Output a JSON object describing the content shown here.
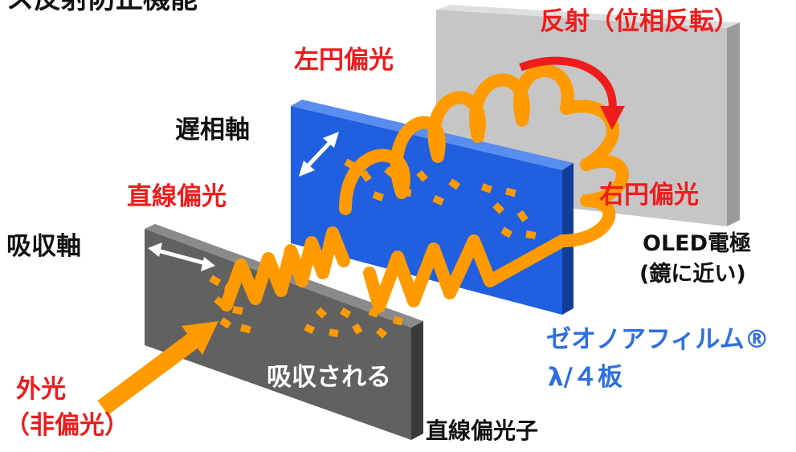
{
  "title_partial": "ス反射防止機能",
  "labels": {
    "reflection": "反射（位相反転）",
    "left_circular": "左円偏光",
    "slow_axis": "遅相軸",
    "linear_polarized": "直線偏光",
    "right_circular": "右円偏光",
    "absorption_axis": "吸収軸",
    "oled_line1": "OLED電極",
    "oled_line2": "(鏡に近い)",
    "film_name": "ゼオノアフィルム®",
    "film_type": "λ/４板",
    "absorbed": "吸収される",
    "external_light_1": "外光",
    "external_light_2": "（非偏光）",
    "polarizer": "直線偏光子"
  },
  "colors": {
    "light_orange": "#ff9a00",
    "quarter_wave_blue": "#1f5fe0",
    "polarizer_gray": "#616161",
    "mirror_gray": "#c4c4c4",
    "label_red": "#ee1c1c",
    "label_blue": "#2f6fe0"
  },
  "icons": [
    "double-arrow-icon",
    "curved-arrow-icon",
    "incoming-light-arrow-icon"
  ]
}
